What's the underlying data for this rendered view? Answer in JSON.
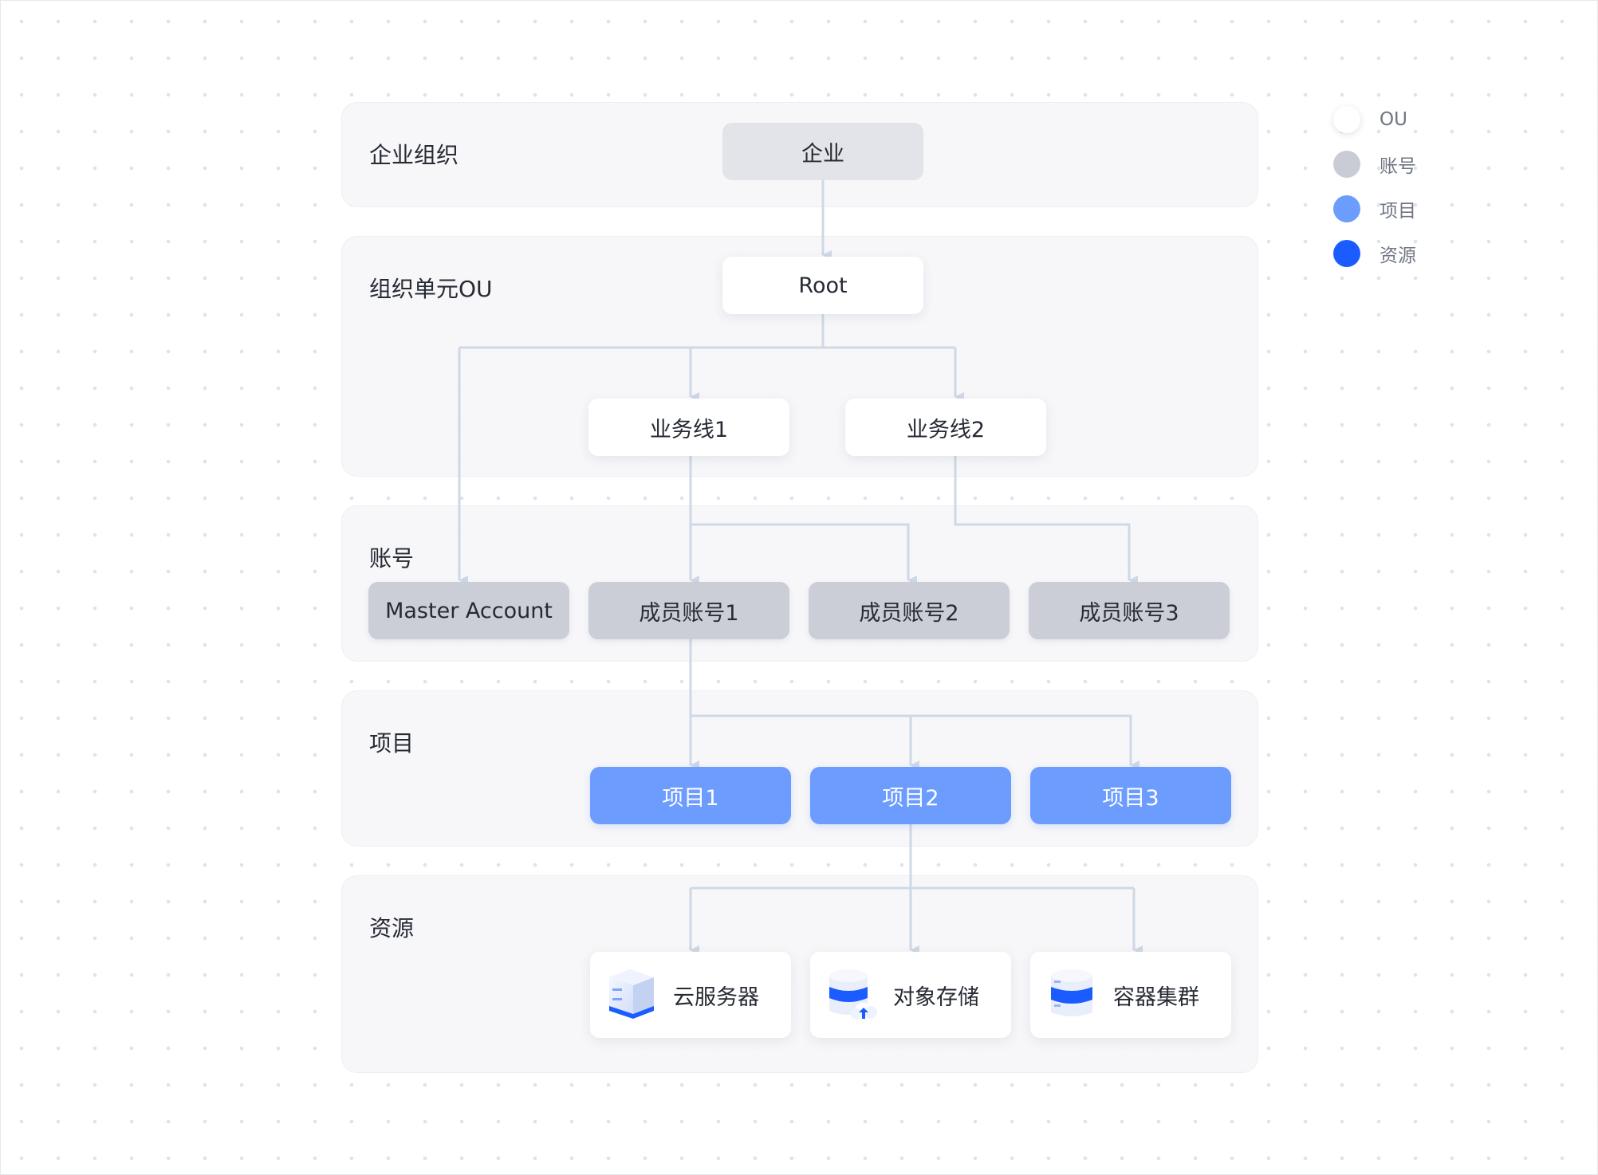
{
  "bands": {
    "enterprise_org": "企业组织",
    "org_unit": "组织单元OU",
    "accounts": "账号",
    "projects": "项目",
    "resources": "资源"
  },
  "nodes": {
    "enterprise": "企业",
    "root": "Root",
    "business_line_1": "业务线1",
    "business_line_2": "业务线2",
    "master_account": "Master Account",
    "member_account_1": "成员账号1",
    "member_account_2": "成员账号2",
    "member_account_3": "成员账号3",
    "project_1": "项目1",
    "project_2": "项目2",
    "project_3": "项目3",
    "cloud_server": "云服务器",
    "object_storage": "对象存储",
    "container_cluster": "容器集群"
  },
  "legend": [
    {
      "label": "OU",
      "color": "#ffffff"
    },
    {
      "label": "账号",
      "color": "#c9ccd4"
    },
    {
      "label": "项目",
      "color": "#6d9cff"
    },
    {
      "label": "资源",
      "color": "#1a5cff"
    }
  ],
  "colors": {
    "connector": "#cfd8e6",
    "account_fill": "#cbced6",
    "project_fill": "#6d9cff",
    "resource_accent": "#1a5cff"
  }
}
